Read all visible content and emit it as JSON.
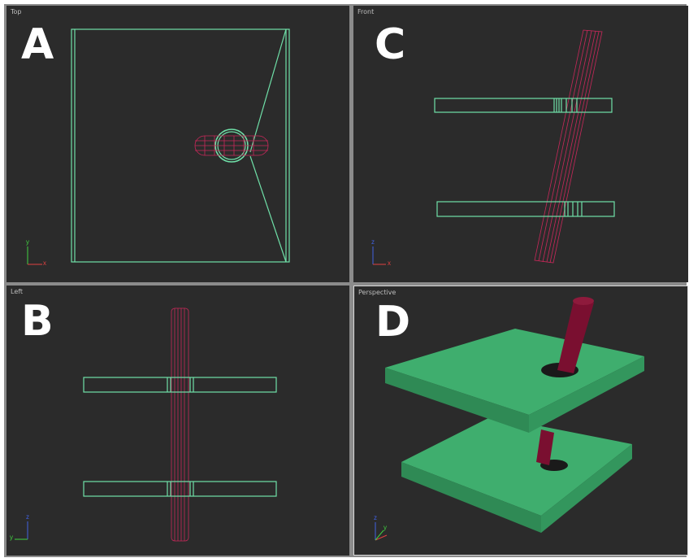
{
  "viewports": {
    "top": {
      "title": "Top",
      "letter": "A"
    },
    "front": {
      "title": "Front",
      "letter": "C"
    },
    "left": {
      "title": "Left",
      "letter": "B"
    },
    "persp": {
      "title": "Perspective",
      "letter": "D"
    }
  },
  "axis_labels": {
    "x": "x",
    "y": "y",
    "z": "z"
  },
  "colors": {
    "viewport_bg": "#2b2b2b",
    "plate_wire": "#6fe0a8",
    "rod_wire": "#c8285a",
    "plate_solid": "#3fae6e",
    "rod_solid": "#7a0f30",
    "axis_x": "#e04040",
    "axis_y": "#40d040",
    "axis_z": "#4060e0"
  }
}
